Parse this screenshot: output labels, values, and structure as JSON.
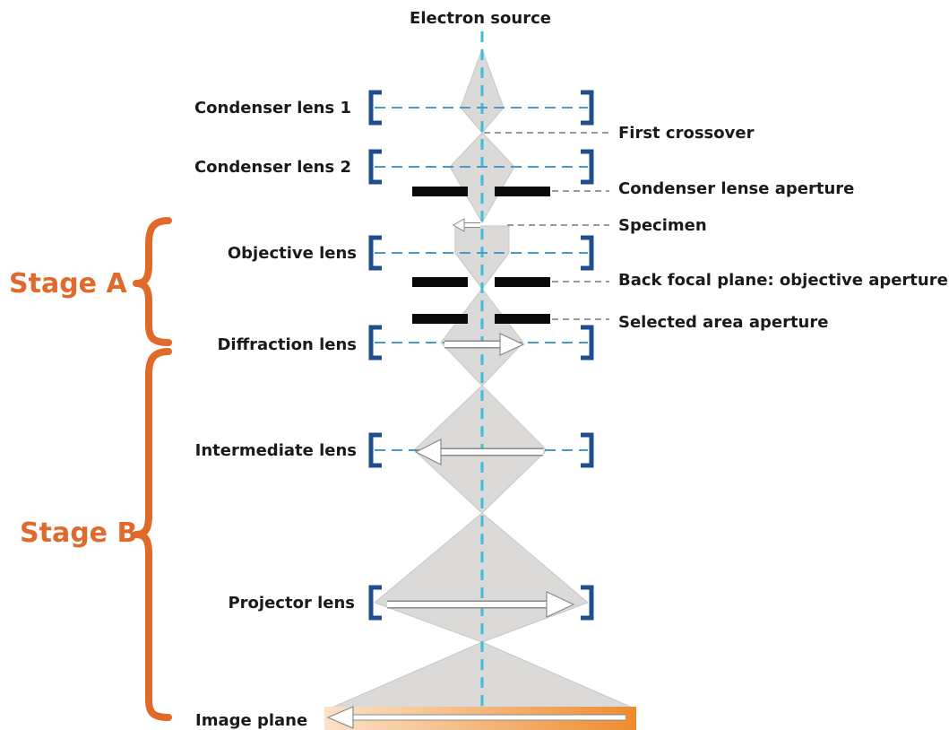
{
  "diagram": {
    "title": "Electron source",
    "lenses": {
      "condenser_1": "Condenser lens 1",
      "condenser_2": "Condenser lens 2",
      "objective": "Objective lens",
      "diffraction": "Diffraction lens",
      "intermediate": "Intermediate lens",
      "projector": "Projector lens",
      "image_plane": "Image plane"
    },
    "callouts": {
      "first_crossover": "First crossover",
      "condenser_aperture": "Condenser lense aperture",
      "specimen": "Specimen",
      "back_focal_plane": "Back focal plane: objective aperture",
      "selected_area": "Selected area aperture"
    },
    "stages": {
      "a": "Stage A",
      "b": "Stage B"
    }
  },
  "colors": {
    "beam_axis": "#3bbfd8",
    "lens_dash": "#4a9cc8",
    "lens_bracket": "#1f4e8c",
    "beam_fill": "#dcdad8",
    "aperture": "#0a0a0a",
    "leader": "#9a9a9a",
    "stage_brace": "#e06a2c",
    "image_plane_orange": "#f09a40"
  }
}
